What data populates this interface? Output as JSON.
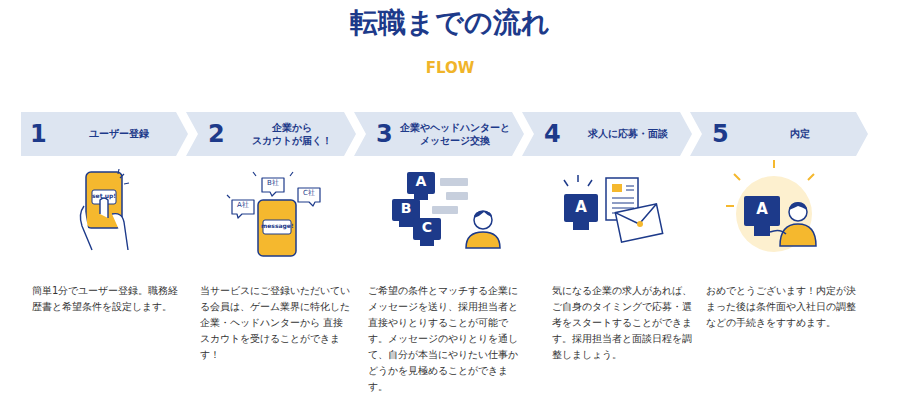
{
  "diagram": {
    "title": "転職までの流れ",
    "nodes": [
      {
        "text": [
          "1",
          "ユーザー登録"
        ]
      },
      {
        "text": [
          "2",
          "企業から スカウトが届く！"
        ]
      },
      {
        "text": [
          "3",
          "企業やヘッドハンターと メッセージ交換"
        ]
      },
      {
        "text": [
          "4",
          "求人に応募・面談"
        ]
      },
      {
        "text": [
          "5",
          "内定"
        ]
      }
    ],
    "labels": [
      "FLOW",
      "set up!",
      "B社",
      "A社",
      "C社",
      "message!",
      "A",
      "B",
      "C",
      "A",
      "A",
      "簡単1分でユーザー登録。職務経歴書と希望条件を設定します。",
      "当サービスにご登録いただいている会員は、ゲーム業界に特化した企業・ヘッドハンターから 直接スカウトを受けることができます！",
      "ご希望の条件とマッチする企業にメッセージを送り、採用担当者と直接やりとりすることが可能です。メッセージのやりとりを通して、自分が本当にやりたい仕事かどうかを見極めることができます。",
      "気になる企業の求人があれば、ご自身のタイミングで応募・選考をスタートすることができます。採用担当者と面談日程を調整しましょう。",
      "おめでとうございます！内定が決まった後は条件面や入社日の調整などの手続きをすすめます。"
    ]
  }
}
